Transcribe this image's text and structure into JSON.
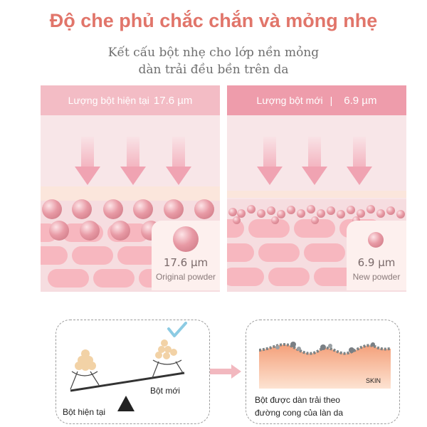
{
  "title": "Độ che phủ chắc chắn và mỏng nhẹ",
  "subtitle_line1": "Kết cấu bột nhẹ cho lớp nền mỏng",
  "subtitle_line2": "dàn trải đều bền trên da",
  "left_panel": {
    "header_label": "Lượng bột hiện tại",
    "header_value": "17.6 µm",
    "callout_value": "17.6 µm",
    "callout_label": "Original powder"
  },
  "right_panel": {
    "header_label": "Lượng bột mới",
    "header_separator": "|",
    "header_value": "6.9 µm",
    "callout_value": "6.9 µm",
    "callout_label": "New powder"
  },
  "scale": {
    "left_label": "Bột hiện tại",
    "right_label": "Bột mới",
    "check_icon": "check-icon"
  },
  "skin_diagram": {
    "skin_label": "SKIN",
    "caption_line1": "Bột được dàn trải theo",
    "caption_line2": "đường cong của làn da"
  },
  "colors": {
    "title": "#e1756a",
    "header_left": "#f3bcc5",
    "header_right": "#ee9cab",
    "skin_cell": "#f7b7bf",
    "arrow": "#f0a3b2",
    "check": "#8ccbe3"
  }
}
